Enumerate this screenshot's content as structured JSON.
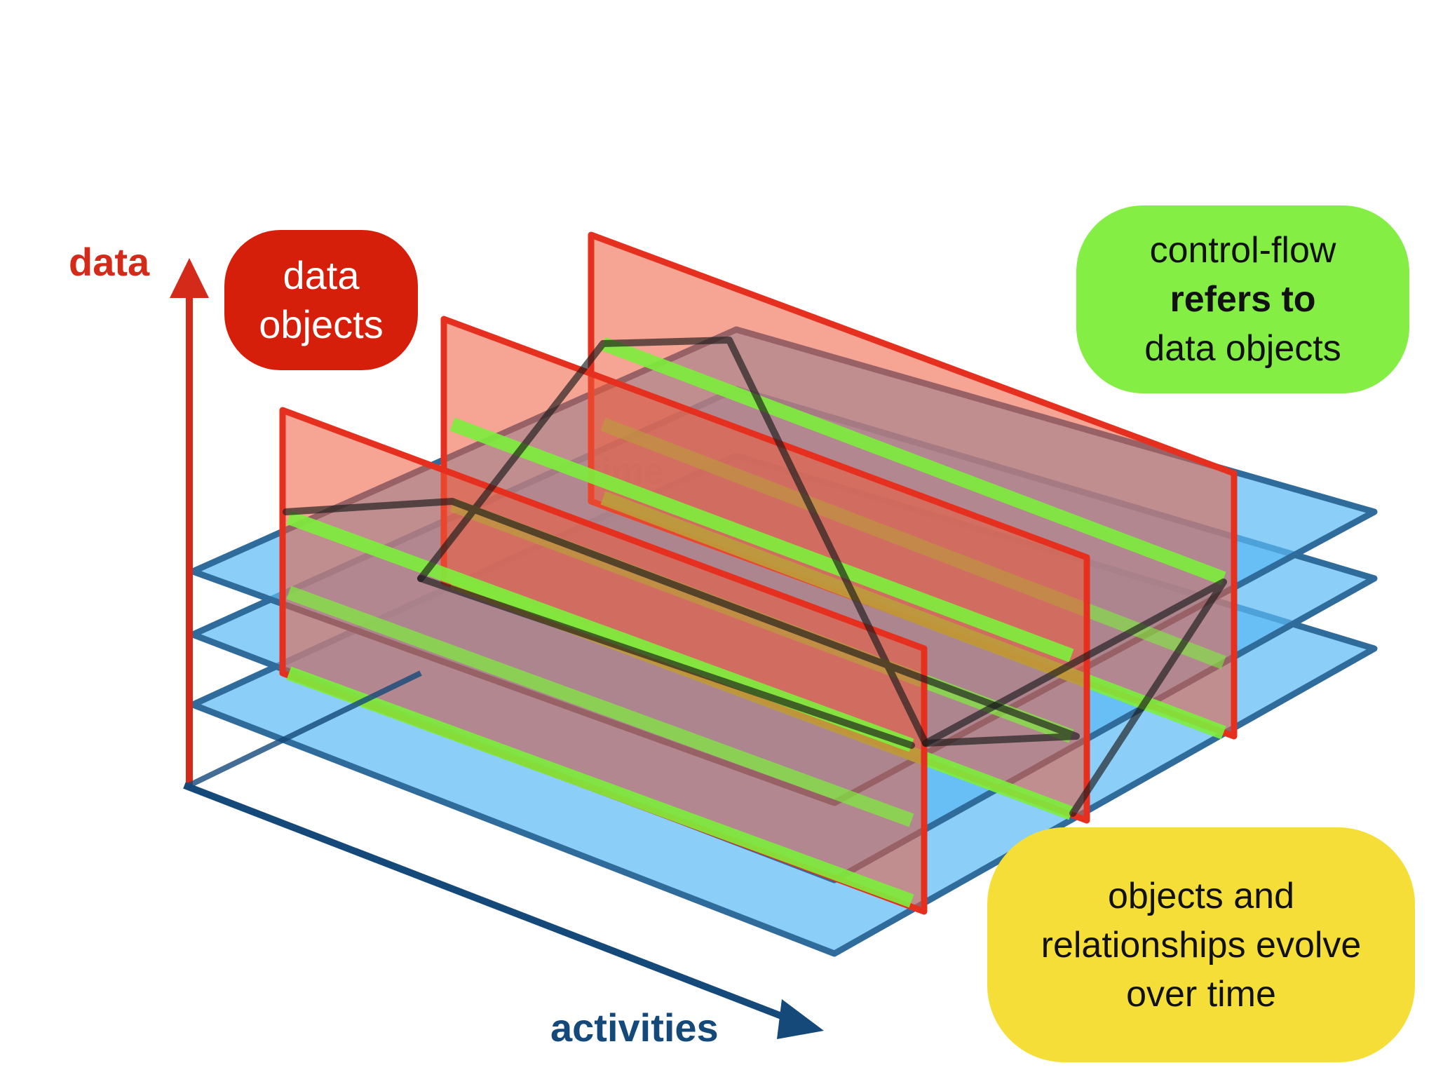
{
  "axes": {
    "data_label": "data",
    "activities_label": "activities",
    "time_label": "time"
  },
  "bubbles": {
    "data_objects": {
      "line1": "data",
      "line2": "objects"
    },
    "control_flow": {
      "line1": "control-flow",
      "line2": "refers to",
      "line3": "data objects"
    },
    "evolve": {
      "line1": "objects and",
      "line2": "relationships evolve",
      "line3": "over time"
    }
  },
  "colors": {
    "data_axis": "#d42a1a",
    "activities_axis": "#14497a",
    "plane_fill": "#5ab9f5",
    "plane_stroke": "#2f6b9b",
    "data_wall_fill": "#ee5a3a",
    "data_wall_stroke": "#e53020",
    "control_flow_bar": "#7def3c",
    "trace_line": "#1a1a1a",
    "bubble_data": "#d51f0a",
    "bubble_control": "#84ee45",
    "bubble_evolve": "#f6de38"
  }
}
